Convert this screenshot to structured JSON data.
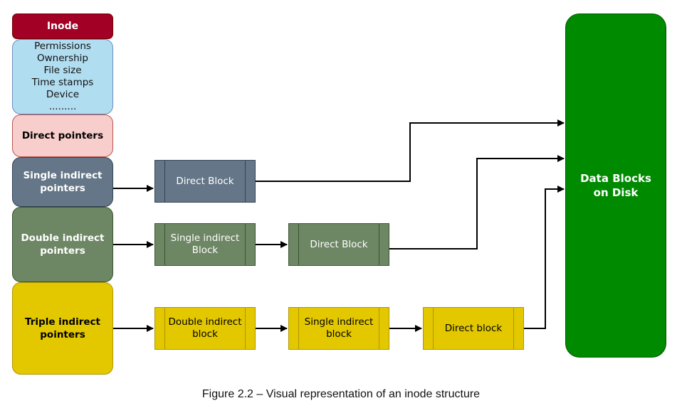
{
  "inode": {
    "title": "Inode",
    "attributes": [
      "Permissions",
      "Ownership",
      "File size",
      "Time stamps",
      "Device",
      "........."
    ],
    "direct_pointers": "Direct pointers",
    "single_indirect_pointers": [
      "Single indirect",
      "pointers"
    ],
    "double_indirect_pointers": [
      "Double indirect",
      "pointers"
    ],
    "triple_indirect_pointers": [
      "Triple indirect",
      "pointers"
    ]
  },
  "blocks": {
    "single_row": {
      "direct": "Direct Block"
    },
    "double_row": {
      "single_indirect": [
        "Single indirect",
        "Block"
      ],
      "direct": "Direct Block"
    },
    "triple_row": {
      "double_indirect": [
        "Double indirect",
        "block"
      ],
      "single_indirect": [
        "Single indirect",
        "block"
      ],
      "direct": "Direct block"
    }
  },
  "data_blocks": [
    "Data Blocks",
    "on Disk"
  ],
  "caption": "Figure 2.2 – Visual representation of an inode structure",
  "colors": {
    "inode_header": "#a20025",
    "attributes": "#b1ddf0",
    "direct": "#f8cecc",
    "single": "#647687",
    "double": "#6d8764",
    "triple": "#e3c800",
    "data_blocks": "#008a00"
  }
}
